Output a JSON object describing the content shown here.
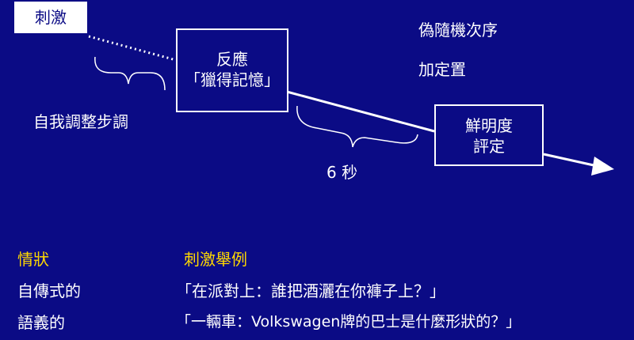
{
  "diagram": {
    "stimulus": "刺激",
    "response_line1": "反應",
    "response_line2": "「獵得記憶」",
    "rating_line1": "鮮明度",
    "rating_line2": "評定",
    "self_paced": "自我調整步調",
    "six_seconds": "6 秒",
    "pseudo_random": "偽隨機次序",
    "counterbalanced": "加定置"
  },
  "table": {
    "header_condition": "情狀",
    "header_example": "刺激舉例",
    "rows": [
      {
        "condition": "自傳式的",
        "example": "「在派對上：誰把酒灑在你褲子上？」"
      },
      {
        "condition": "語義的",
        "example": "「一輛車：Volkswagen牌的巴士是什麼形狀的？」"
      }
    ]
  },
  "colors": {
    "background": "#0b0b85",
    "text": "#ffffff",
    "header": "#ffd800"
  }
}
